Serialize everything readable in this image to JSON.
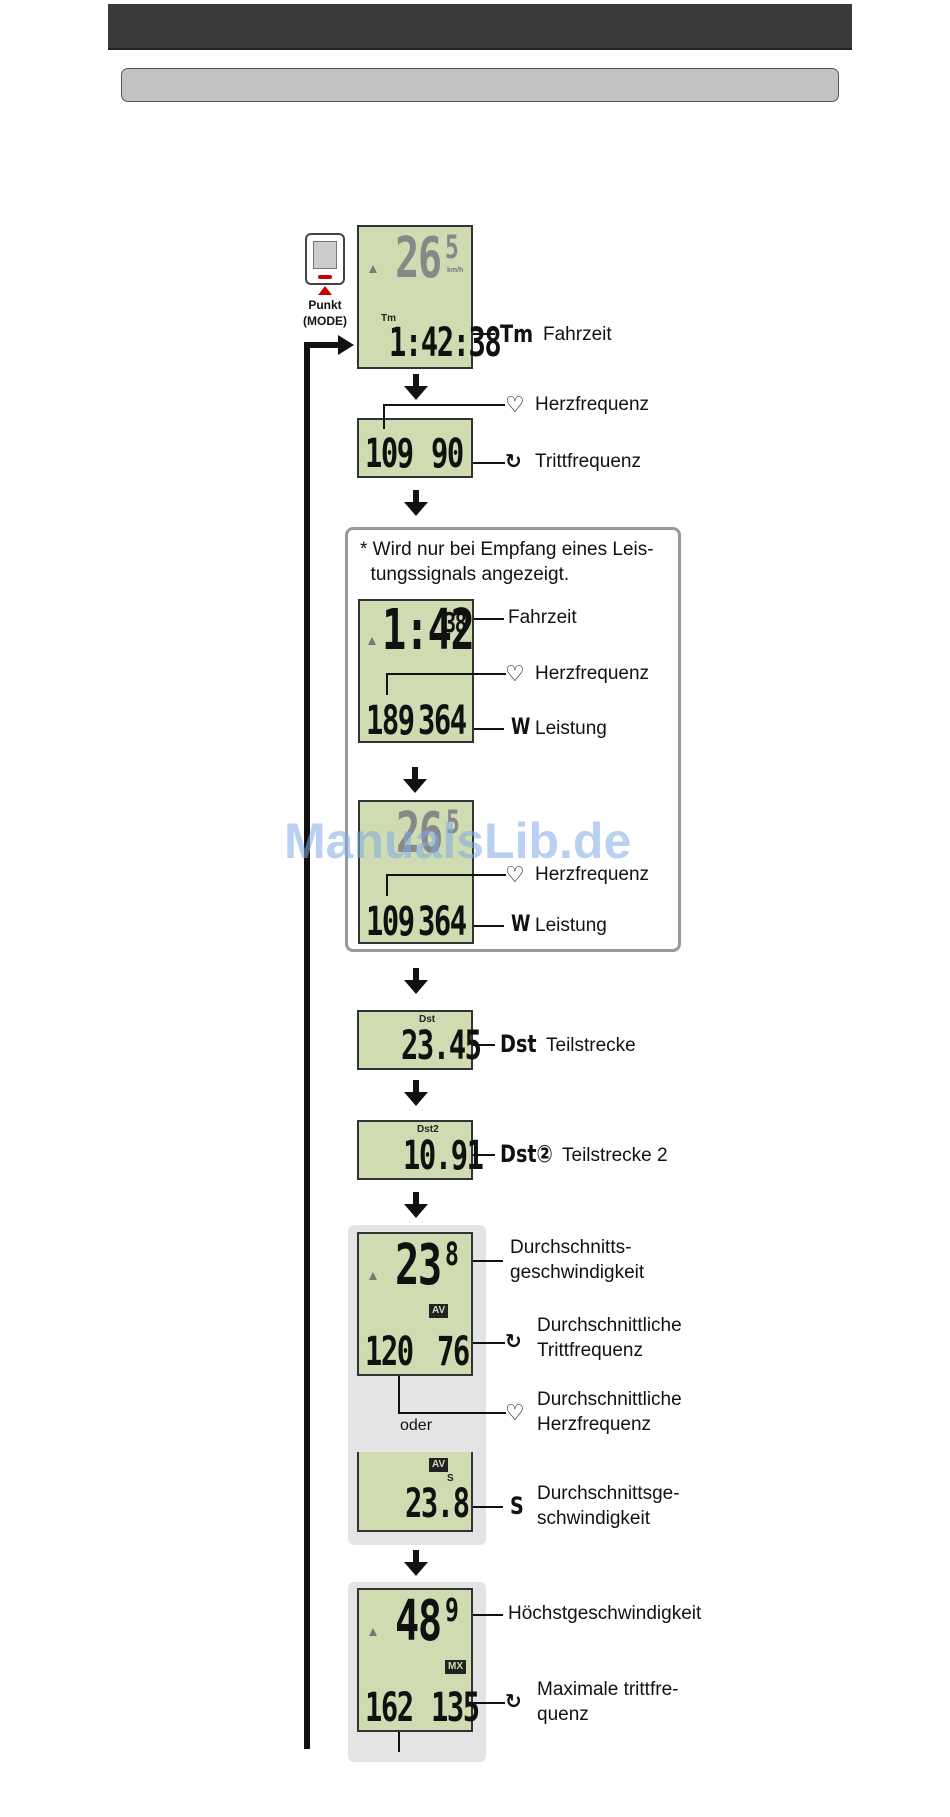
{
  "watermark": "ManualsLib.de",
  "device": {
    "button_label": "Punkt",
    "button_sub": "(MODE)"
  },
  "notice": "* Wird nur bei Empfang eines Leis-\n  tungssignals angezeigt.",
  "or_label": "oder",
  "unit_kmh": "km/h",
  "screens": {
    "s1": {
      "top": "26",
      "top_small": "5",
      "mark": "Tm",
      "bottom": "1:42:38"
    },
    "s2": {
      "left": "109",
      "right": "90"
    },
    "s3": {
      "top": "1:42",
      "top_small": "38",
      "left": "189",
      "right": "364"
    },
    "s4": {
      "top": "26",
      "top_small": "5",
      "left": "109",
      "right": "364"
    },
    "s5": {
      "mark": "Dst",
      "value": "23.45"
    },
    "s6": {
      "mark": "Dst2",
      "value": "10.91"
    },
    "s7": {
      "top": "23",
      "top_small": "8",
      "badge": "AV",
      "left": "120",
      "right": "76"
    },
    "s8": {
      "badge": "AV",
      "mark": "S",
      "value": "23.8"
    },
    "s9": {
      "top": "48",
      "top_small": "9",
      "badge": "MX",
      "left": "162",
      "right": "135"
    }
  },
  "labels": {
    "tm_sym": "Tm",
    "tm": "Fahrzeit",
    "hr1": "Herzfrequenz",
    "cad1": "Trittfrequenz",
    "p_time": "Fahrzeit",
    "p_hr1": "Herzfrequenz",
    "w_sym1": "W",
    "p_power1": "Leistung",
    "p_hr2": "Herzfrequenz",
    "w_sym2": "W",
    "p_power2": "Leistung",
    "dst_sym": "Dst",
    "dst": "Teilstrecke",
    "dst2_sym": "Dst②",
    "dst2": "Teilstrecke 2",
    "avg_speed": "Durchschnitts-\ngeschwindigkeit",
    "avg_cad": "Durchschnittliche\nTrittfrequenz",
    "avg_hr": "Durchschnittliche\nHerzfrequenz",
    "s_sym": "S",
    "avg_speed2": "Durchschnittsge-\nschwindigkeit",
    "max_speed": "Höchstgeschwindigkeit",
    "max_cad": "Maximale trittfre-\nquenz"
  }
}
